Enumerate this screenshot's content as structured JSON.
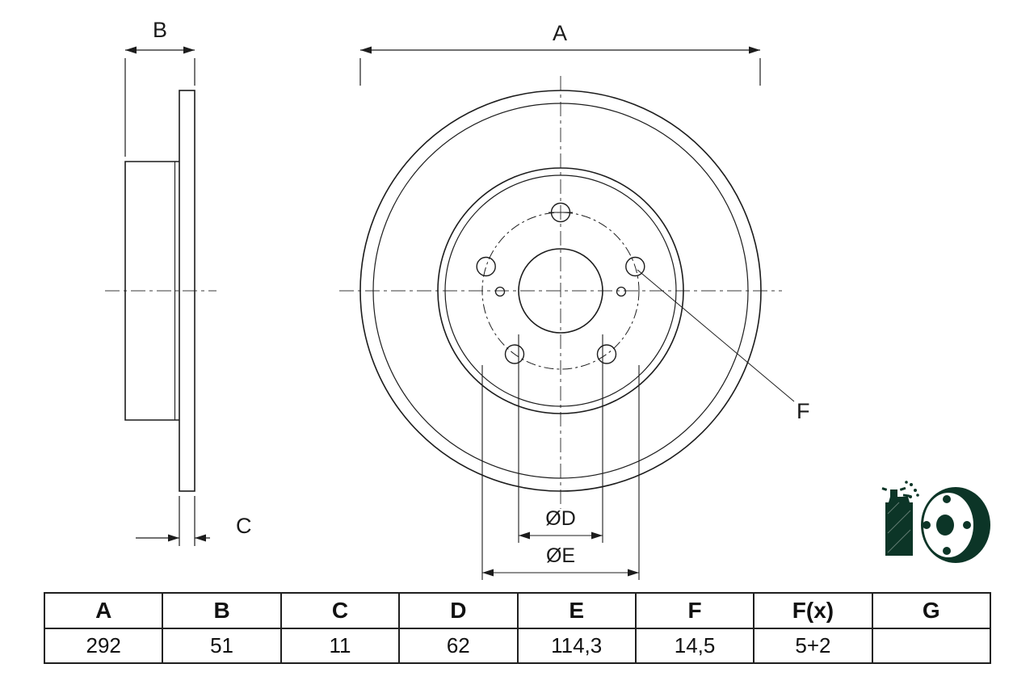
{
  "drawing": {
    "labels": {
      "a": "A",
      "b": "B",
      "c": "C",
      "d": "ØD",
      "e": "ØE",
      "f": "F"
    }
  },
  "table": {
    "headers": [
      "A",
      "B",
      "C",
      "D",
      "E",
      "F",
      "F(x)",
      "G"
    ],
    "values": [
      "292",
      "51",
      "11",
      "62",
      "114,3",
      "14,5",
      "5+2",
      ""
    ]
  },
  "colors": {
    "line": "#1c1c1c",
    "pictogram": "#0c3527"
  }
}
